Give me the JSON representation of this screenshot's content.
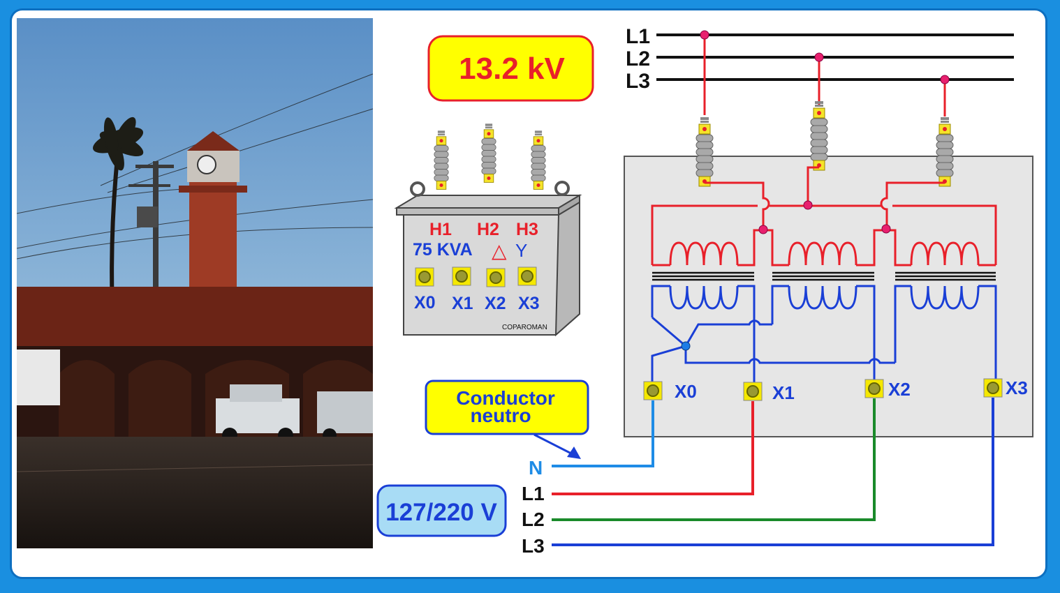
{
  "primary": {
    "voltage_label": "13.2 kV",
    "lines": [
      "L1",
      "L2",
      "L3"
    ]
  },
  "transformer": {
    "h_terminals": [
      "H1",
      "H2",
      "H3"
    ],
    "rating": "75 KVA",
    "connection_symbols": [
      "△",
      "Y"
    ],
    "x_terminals": [
      "X0",
      "X1",
      "X2",
      "X3"
    ],
    "brand": "COPAROMAN"
  },
  "schematic": {
    "x_terminals": [
      "X0",
      "X1",
      "X2",
      "X3"
    ]
  },
  "secondary": {
    "neutral_note": "Conductor neutro",
    "neutral_label": "N",
    "lines": [
      "L1",
      "L2",
      "L3"
    ],
    "voltage_label": "127/220 V"
  },
  "colors": {
    "frame": "#1a8fe0",
    "primary_wire": "#e8202a",
    "neutral_wire": "#1e8ce6",
    "l2_wire": "#1a8a2a",
    "l3_wire": "#1a3fd6",
    "secondary_winding": "#1a3fd6",
    "label_bg": "#ffff00",
    "voltage_box_bg": "#a8dcf5"
  }
}
